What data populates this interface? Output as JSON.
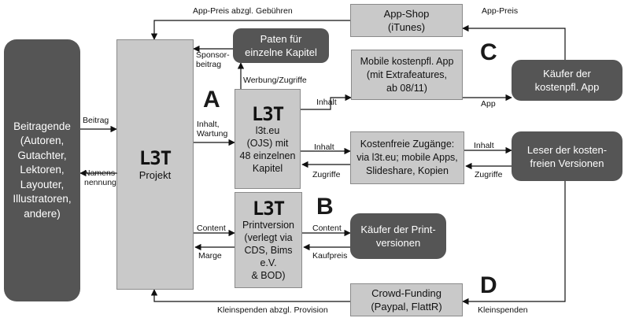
{
  "boxes": {
    "contributors": "Beitragende\n(Autoren,\nGutachter,\nLektoren,\nLayouter,\nIllustratoren,\nandere)",
    "project": {
      "logo": "L3T",
      "label": "Projekt"
    },
    "sponsors": "Paten für\neinzelne Kapitel",
    "l3t_eu": {
      "logo": "L3T",
      "label": "l3t.eu\n(OJS) mit\n48 einzelnen\nKapitel"
    },
    "print": {
      "logo": "L3T",
      "label": "Printversion\n(verlegt via\nCDS, Bims e.V.\n& BOD)"
    },
    "app_shop": "App-Shop\n(iTunes)",
    "mobile_app": "Mobile kostenpfl. App\n(mit Extrafeatures,\nab 08/11)",
    "free_access": "Kostenfreie Zugänge:\nvia l3t.eu; mobile Apps,\nSlideshare, Kopien",
    "crowdfunding": "Crowd-Funding\n(Paypal, FlattR)",
    "app_buyers": "Käufer der\nkostenpfl. App",
    "free_readers": "Leser der kosten-\nfreien Versionen",
    "print_buyers": "Käufer der Print-\nversionen"
  },
  "labels": {
    "app_price_fees": "App-Preis abzgl. Gebühren",
    "app_price": "App-Preis",
    "sponsor_contribution": "Sponsor-\nbeitrag",
    "advertising": "Werbung/Zugriffe",
    "content_a": "Inhalt",
    "app": "App",
    "contribution": "Beitrag",
    "naming": "Namens-\nnennung",
    "content_maintenance": "Inhalt,\nWartung",
    "content_b": "Inhalt",
    "accesses_b": "Zugriffe",
    "content_c": "Inhalt",
    "accesses_c": "Zugriffe",
    "content_print_in": "Content",
    "margin": "Marge",
    "content_print_out": "Content",
    "purchase_price": "Kaufpreis",
    "small_donations_less": "Kleinspenden abzgl. Provision",
    "small_donations": "Kleinspenden"
  },
  "markers": {
    "a": "A",
    "b": "B",
    "c": "C",
    "d": "D"
  }
}
